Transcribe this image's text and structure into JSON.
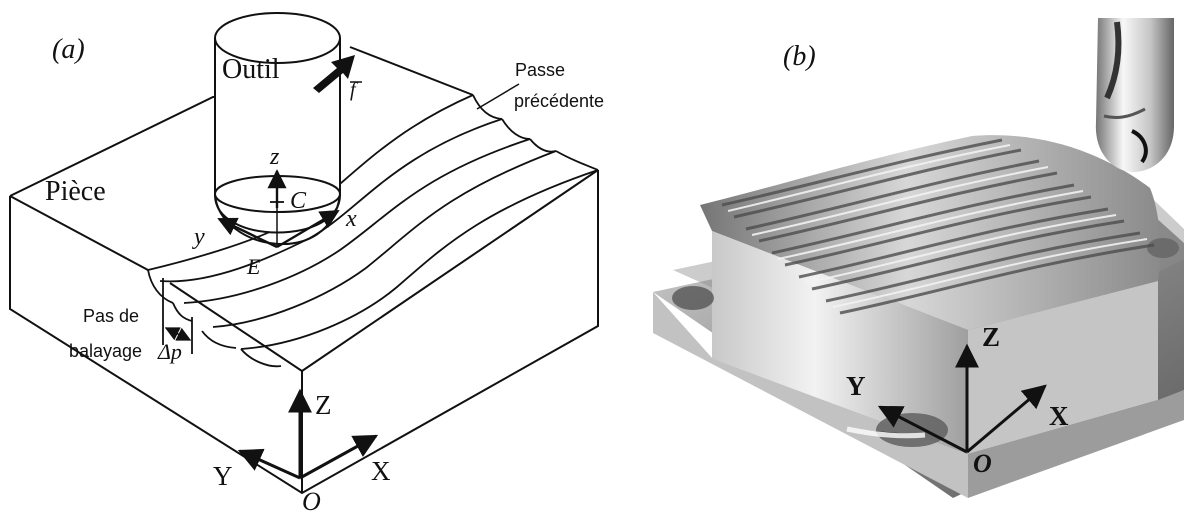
{
  "panel_a": {
    "label": "(a)",
    "tool_label": "Outil",
    "feed_label": "f",
    "previous_pass_label_line1": "Passe",
    "previous_pass_label_line2": "précédente",
    "workpiece_label": "Pièce",
    "local_axis_z": "z",
    "local_axis_x": "x",
    "local_axis_y": "y",
    "tool_center": "C",
    "contact_point": "E",
    "step_label_line1": "Pas de",
    "step_label_line2": "balayage",
    "step_symbol": "Δp",
    "global_axis_z": "Z",
    "global_axis_x": "X",
    "global_axis_y": "Y",
    "origin": "O"
  },
  "panel_b": {
    "label": "(b)",
    "global_axis_z": "Z",
    "global_axis_x": "X",
    "global_axis_y": "Y",
    "origin": "O"
  },
  "colors": {
    "line": "#111111",
    "metal_light": "#e8e8e8",
    "metal_mid": "#a9a9a9",
    "metal_dark": "#5f5f5f"
  }
}
